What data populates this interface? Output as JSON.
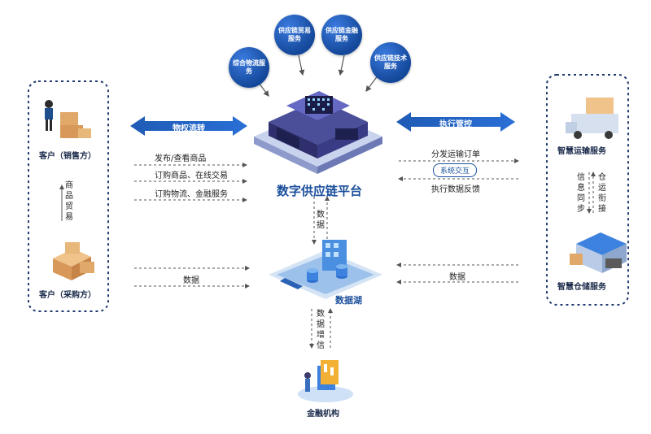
{
  "services_top": [
    "综合物流服务",
    "供应链贸易服务",
    "供应链金融服务",
    "供应链技术服务"
  ],
  "platform": {
    "title": "数字供应链平台"
  },
  "left_arrow_label": "物权流转",
  "right_arrow_label": "执行管控",
  "left_group": {
    "seller": "客户（销售方）",
    "buyer": "客户（采购方）",
    "trade_vertical": "商品贸易"
  },
  "right_group": {
    "transport": "智慧运输服务",
    "warehouse": "智慧仓储服务",
    "sync_left": "信息同步",
    "sync_right": "仓运衔接"
  },
  "left_flows": [
    "发布/查看商品",
    "订购商品、在线交易",
    "订购物流、金融服务"
  ],
  "right_flows": {
    "dispatch": "分发运输订单",
    "interaction": "系统交互",
    "feedback": "执行数据反馈"
  },
  "data_label_left": "数据",
  "data_label_right": "数据",
  "data_down_label": "数据",
  "data_lake": "数据湖",
  "data_credit": "数据增信",
  "finance": "金融机构",
  "colors": {
    "primary": "#1b4f9c",
    "accent": "#3b7be0",
    "border": "#1e3a6e"
  }
}
